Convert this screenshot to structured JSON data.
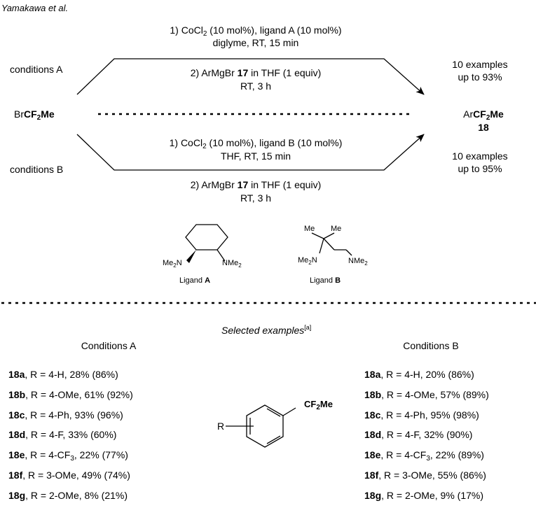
{
  "header": {
    "attribution": "Yamakawa et al."
  },
  "scheme": {
    "reactant": {
      "prefix": "Br",
      "group": "CF",
      "sub": "2",
      "suffix": "Me"
    },
    "product": {
      "prefix": "Ar",
      "group": "CF",
      "sub": "2",
      "suffix": "Me",
      "number": "18"
    },
    "conditions_a": {
      "label": "conditions A",
      "step1_line1_pre": "1) CoCl",
      "step1_line1_sub": "2",
      "step1_line1_post": " (10 mol%), ligand A (10 mol%)",
      "step1_line2": "diglyme, RT, 15 min",
      "step2_line1_pre": "2) ArMgBr ",
      "step2_line1_bold": "17",
      "step2_line1_post": " in THF (1 equiv)",
      "step2_line2": "RT, 3 h",
      "result_line1": "10 examples",
      "result_line2": "up to 93%"
    },
    "conditions_b": {
      "label": "conditions B",
      "step1_line1_pre": "1) CoCl",
      "step1_line1_sub": "2",
      "step1_line1_post": " (10 mol%), ligand B (10 mol%)",
      "step1_line2": "THF, RT, 15 min",
      "step2_line1_pre": "2) ArMgBr ",
      "step2_line1_bold": "17",
      "step2_line1_post": " in THF (1 equiv)",
      "step2_line2": "RT, 3 h",
      "result_line1": "10 examples",
      "result_line2": "up to 95%"
    }
  },
  "ligands": {
    "a": {
      "caption_pre": "Ligand ",
      "caption_bold": "A",
      "label_left_pre": "Me",
      "label_left_sub": "2",
      "label_left_post": "N",
      "label_right_pre": "NMe",
      "label_right_sub": "2"
    },
    "b": {
      "caption_pre": "Ligand ",
      "caption_bold": "B",
      "me1": "Me",
      "me2": "Me",
      "label_left_pre": "Me",
      "label_left_sub": "2",
      "label_left_post": "N",
      "label_right_pre": "NMe",
      "label_right_sub": "2"
    }
  },
  "examples": {
    "title": "Selected examples",
    "title_note": "[a]",
    "structure": {
      "r_label": "R",
      "group": "CF",
      "sub": "2",
      "suffix": "Me"
    },
    "columns": [
      {
        "heading": "Conditions A",
        "rows": [
          {
            "id": "18a",
            "pre": ", R = 4-H, 28% (86%)",
            "sub": "",
            "post": ""
          },
          {
            "id": "18b",
            "pre": ", R = 4-OMe, 61% (92%)",
            "sub": "",
            "post": ""
          },
          {
            "id": "18c",
            "pre": ", R = 4-Ph, 93% (96%)",
            "sub": "",
            "post": ""
          },
          {
            "id": "18d",
            "pre": ", R = 4-F, 33% (60%)",
            "sub": "",
            "post": ""
          },
          {
            "id": "18e",
            "pre": ", R = 4-CF",
            "sub": "3",
            "post": ", 22% (77%)"
          },
          {
            "id": "18f",
            "pre": ", R = 3-OMe, 49% (74%)",
            "sub": "",
            "post": ""
          },
          {
            "id": "18g",
            "pre": ", R = 2-OMe, 8% (21%)",
            "sub": "",
            "post": ""
          }
        ]
      },
      {
        "heading": "Conditions B",
        "rows": [
          {
            "id": "18a",
            "pre": ", R = 4-H, 20% (86%)",
            "sub": "",
            "post": ""
          },
          {
            "id": "18b",
            "pre": ", R = 4-OMe, 57% (89%)",
            "sub": "",
            "post": ""
          },
          {
            "id": "18c",
            "pre": ", R = 4-Ph, 95% (98%)",
            "sub": "",
            "post": ""
          },
          {
            "id": "18d",
            "pre": ", R = 4-F, 32% (90%)",
            "sub": "",
            "post": ""
          },
          {
            "id": "18e",
            "pre": ", R = 4-CF",
            "sub": "3",
            "post": ", 22% (89%)"
          },
          {
            "id": "18f",
            "pre": ", R = 3-OMe, 55% (86%)",
            "sub": "",
            "post": ""
          },
          {
            "id": "18g",
            "pre": ", R = 2-OMe, 9% (17%)",
            "sub": "",
            "post": ""
          }
        ]
      }
    ]
  }
}
